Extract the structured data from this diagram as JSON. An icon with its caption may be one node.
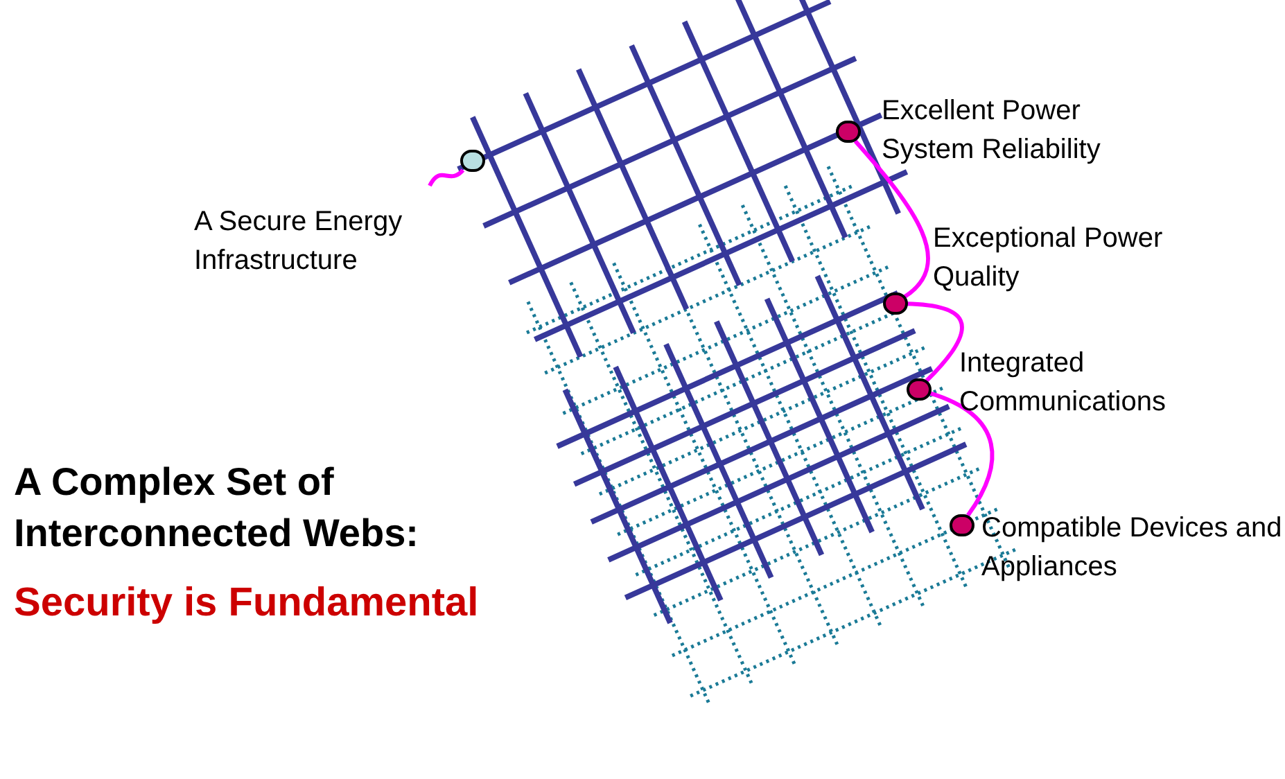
{
  "diagram": {
    "nodes": [
      {
        "text": [],
        "shape": "circle",
        "beside": [
          "A Secure Energy Infrastructure"
        ]
      },
      {
        "text": [],
        "shape": "circle",
        "beside": [
          "Excellent Power System Reliability"
        ]
      },
      {
        "text": [],
        "shape": "circle",
        "beside": [
          "Exceptional Power Quality"
        ]
      },
      {
        "text": [],
        "shape": "circle",
        "beside": [
          "Integrated Communications"
        ]
      },
      {
        "text": [],
        "shape": "circle",
        "beside": [
          "Compatible Devices and Appliances"
        ]
      }
    ],
    "edges": [
      {
        "from": null,
        "to": 0,
        "arrow": "none"
      },
      {
        "from": 1,
        "to": 2,
        "arrow": "none"
      },
      {
        "from": 2,
        "to": 3,
        "arrow": "none"
      },
      {
        "from": 3,
        "to": 4,
        "arrow": "none"
      }
    ],
    "labels": [
      "A Complex Set of Interconnected Webs:",
      "Security is Fundamental"
    ]
  }
}
